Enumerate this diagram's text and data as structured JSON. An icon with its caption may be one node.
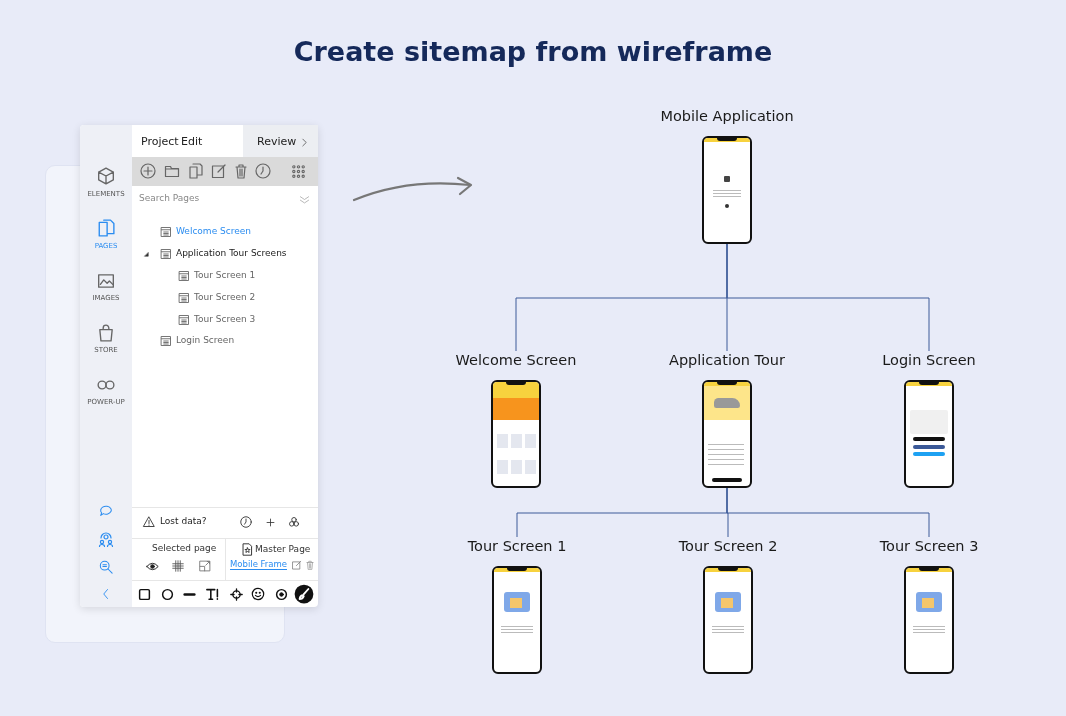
{
  "diagram": {
    "title": "Create sitemap from wireframe",
    "nodes": [
      {
        "text": [
          "Mobile Application"
        ]
      },
      {
        "text": [
          "Welcome Screen"
        ]
      },
      {
        "text": [
          "Application Tour"
        ]
      },
      {
        "text": [
          "Login Screen"
        ]
      },
      {
        "text": [
          "Tour Screen 1"
        ]
      },
      {
        "text": [
          "Tour Screen 2"
        ]
      },
      {
        "text": [
          "Tour Screen 3"
        ]
      }
    ],
    "edges": [
      {
        "from": 0,
        "to": 1,
        "arrow": "none"
      },
      {
        "from": 0,
        "to": 2,
        "arrow": "none"
      },
      {
        "from": 0,
        "to": 3,
        "arrow": "none"
      },
      {
        "from": 2,
        "to": 4,
        "arrow": "none"
      },
      {
        "from": 2,
        "to": 5,
        "arrow": "none"
      },
      {
        "from": 2,
        "to": 6,
        "arrow": "none"
      }
    ],
    "labels": [
      "Project",
      "Edit",
      "Review",
      "ELEMENTS",
      "Search Pages",
      "Welcome Screen",
      "PAGES",
      "Application Tour Screens",
      "Tour Screen 1",
      "IMAGES",
      "Tour Screen 2",
      "Tour Screen 3",
      "Login Screen",
      "STORE",
      "POWER-UP",
      "Lost data?",
      "Selected page",
      "Master Page",
      "Mobile Frame"
    ]
  }
}
